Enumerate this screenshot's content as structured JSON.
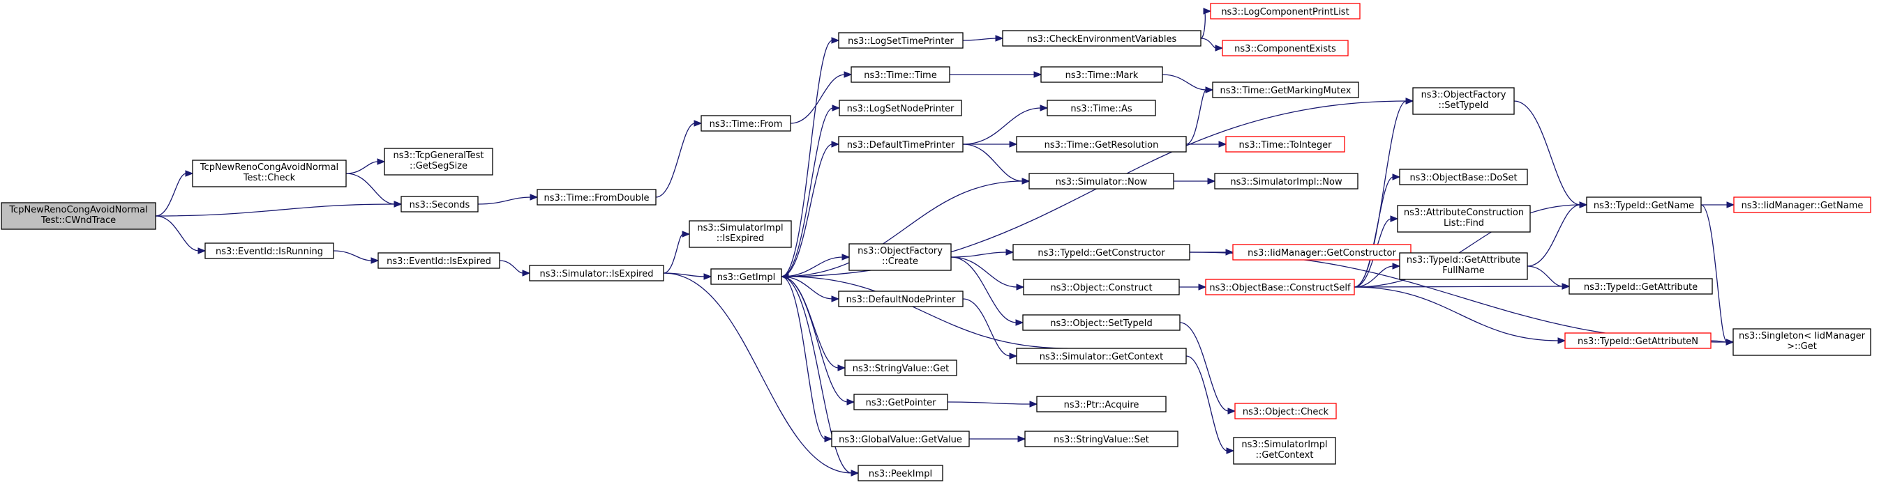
{
  "colors": {
    "edge": "#191970",
    "node_border": "#000000",
    "truncated_border": "#ff0000",
    "root_fill": "#bfbfbf",
    "node_fill": "#ffffff"
  },
  "nodes": {
    "root": [
      "TcpNewRenoCongAvoidNormal",
      "Test::CWndTrace"
    ],
    "check": [
      "TcpNewRenoCongAvoidNormal",
      "Test::Check"
    ],
    "getsegsize": [
      "ns3::TcpGeneralTest",
      "::GetSegSize"
    ],
    "seconds": [
      "ns3::Seconds"
    ],
    "isrunning": [
      "ns3::EventId::IsRunning"
    ],
    "eid_isexpired": [
      "ns3::EventId::IsExpired"
    ],
    "fromdouble": [
      "ns3::Time::FromDouble"
    ],
    "sim_isexpired": [
      "ns3::Simulator::IsExpired"
    ],
    "simimpl_isexpired": [
      "ns3::SimulatorImpl",
      "::IsExpired"
    ],
    "time_from": [
      "ns3::Time::From"
    ],
    "getimpl": [
      "ns3::GetImpl"
    ],
    "logsettimeprinter": [
      "ns3::LogSetTimePrinter"
    ],
    "timetime": [
      "ns3::Time::Time"
    ],
    "logsetnodeprinter": [
      "ns3::LogSetNodePrinter"
    ],
    "defaulttimeprinter": [
      "ns3::DefaultTimePrinter"
    ],
    "objfactory_create": [
      "ns3::ObjectFactory",
      "::Create"
    ],
    "defaultnodeprinter": [
      "ns3::DefaultNodePrinter"
    ],
    "stringvalue_get": [
      "ns3::StringValue::Get"
    ],
    "getpointer": [
      "ns3::GetPointer"
    ],
    "globalvalue_getvalue": [
      "ns3::GlobalValue::GetValue"
    ],
    "peekimpl": [
      "ns3::PeekImpl"
    ],
    "checkenv": [
      "ns3::CheckEnvironmentVariables"
    ],
    "timemark": [
      "ns3::Time::Mark"
    ],
    "timeas": [
      "ns3::Time::As"
    ],
    "getresolution": [
      "ns3::Time::GetResolution"
    ],
    "sim_now": [
      "ns3::Simulator::Now"
    ],
    "typeid_getconstructor": [
      "ns3::TypeId::GetConstructor"
    ],
    "object_construct": [
      "ns3::Object::Construct"
    ],
    "object_settypeid": [
      "ns3::Object::SetTypeId"
    ],
    "sim_getcontext": [
      "ns3::Simulator::GetContext"
    ],
    "ptr_acquire": [
      "ns3::Ptr::Acquire"
    ],
    "stringvalue_set": [
      "ns3::StringValue::Set"
    ],
    "logcomponentprintlist": [
      "ns3::LogComponentPrintList"
    ],
    "componentexists": [
      "ns3::ComponentExists"
    ],
    "getmarkingmutex": [
      "ns3::Time::GetMarkingMutex"
    ],
    "tointeger": [
      "ns3::Time::ToInteger"
    ],
    "simimpl_now": [
      "ns3::SimulatorImpl::Now"
    ],
    "iid_getconstructor": [
      "ns3::IidManager::GetConstructor"
    ],
    "constructself": [
      "ns3::ObjectBase::ConstructSelf"
    ],
    "object_check": [
      "ns3::Object::Check"
    ],
    "simimpl_getcontext": [
      "ns3::SimulatorImpl",
      "::GetContext"
    ],
    "objfactory_settypeid": [
      "ns3::ObjectFactory",
      "::SetTypeId"
    ],
    "objectbase_doset": [
      "ns3::ObjectBase::DoSet"
    ],
    "attrconstruction_find": [
      "ns3::AttributeConstruction",
      "List::Find"
    ],
    "typeid_getattributefullname": [
      "ns3::TypeId::GetAttribute",
      "FullName"
    ],
    "typeid_getattributen": [
      "ns3::TypeId::GetAttributeN"
    ],
    "typeid_getname": [
      "ns3::TypeId::GetName"
    ],
    "typeid_getattribute": [
      "ns3::TypeId::GetAttribute"
    ],
    "singleton_get": [
      "ns3::Singleton< IidManager",
      ">::Get"
    ],
    "iid_getname": [
      "ns3::IidManager::GetName"
    ]
  }
}
